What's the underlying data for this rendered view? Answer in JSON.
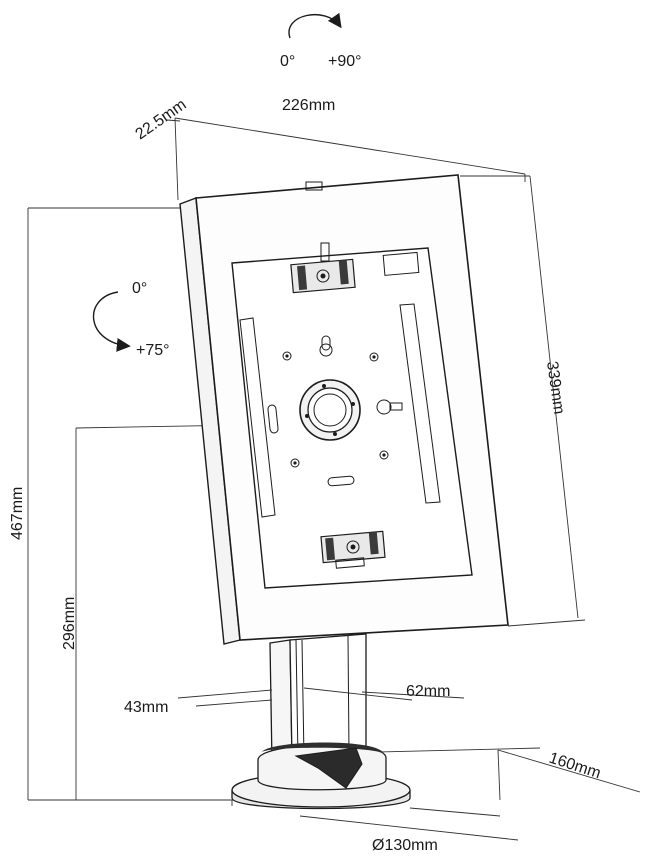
{
  "diagram": {
    "rotation_top": {
      "start_label": "0°",
      "end_label": "+90°"
    },
    "rotation_side": {
      "start_label": "0°",
      "end_label": "+75°"
    },
    "dimensions": {
      "depth_label": "22.5mm",
      "width_label": "226mm",
      "height_panel_label": "339mm",
      "total_height_label": "467mm",
      "pivot_height_label": "296mm",
      "post_depth_label": "43mm",
      "post_width_label": "62mm",
      "base_depth_label": "160mm",
      "base_diameter_label": "Ø130mm"
    },
    "colors": {
      "line": "#1c1c1c",
      "fill_light": "#f2f2f2",
      "fill_dark": "#3a3a3a"
    }
  }
}
